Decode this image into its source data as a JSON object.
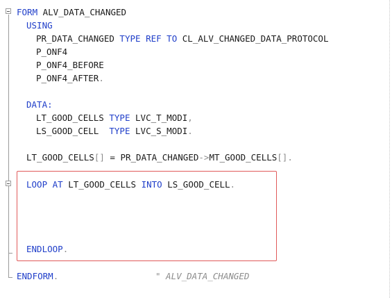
{
  "code": {
    "form_kw": "FORM",
    "form_name": " ALV_DATA_CHANGED",
    "using_kw": "USING",
    "param1": "PR_DATA_CHANGED",
    "type_kw": "TYPE",
    "ref_kw": "REF",
    "to_kw": "TO",
    "class_name": "CL_ALV_CHANGED_DATA_PROTOCOL",
    "param2": "P_ONF4",
    "param3": "P_ONF4_BEFORE",
    "param4": "P_ONF4_AFTER",
    "period": ".",
    "data_kw": "DATA",
    "colon": ":",
    "var1": "LT_GOOD_CELLS",
    "type1": "LVC_T_MODI",
    "comma": ",",
    "var2": "LS_GOOD_CELL",
    "type2": "LVC_S_MODI",
    "assign_lhs": "LT_GOOD_CELLS",
    "brackets": "[]",
    "equals": " = ",
    "assign_obj": "PR_DATA_CHANGED",
    "arrow": "->",
    "assign_attr": "MT_GOOD_CELLS",
    "loop_kw": "LOOP AT",
    "loop_tab": "LT_GOOD_CELLS",
    "into_kw": "INTO",
    "loop_wa": "LS_GOOD_CELL",
    "endloop_kw": "ENDLOOP",
    "endform_kw": "ENDFORM",
    "endform_comment": "\" ALV_DATA_CHANGED"
  },
  "colors": {
    "keyword": "#1f3ec9",
    "highlight_border": "#e05a5a",
    "comment": "#8c8c8c"
  }
}
